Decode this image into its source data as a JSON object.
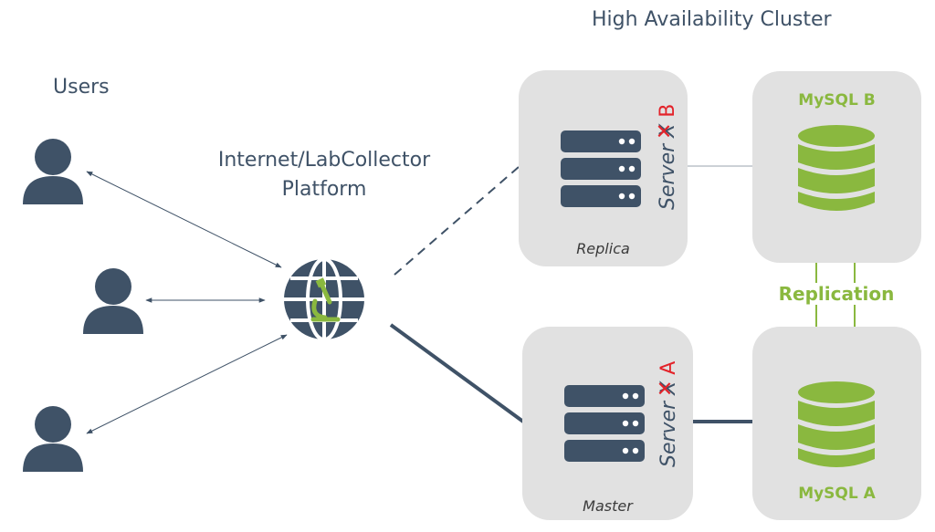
{
  "cluster_title": "High Availability Cluster",
  "users_label": "Users",
  "platform": {
    "line1": "Internet/LabCollector",
    "line2": "Platform"
  },
  "server_b": {
    "prefix": "Server ",
    "struck": "X",
    "letter": "B",
    "role": "Replica"
  },
  "server_a": {
    "prefix": "Server ",
    "struck": "X",
    "letter": "A",
    "role": "Master"
  },
  "mysql_b": "MySQL B",
  "mysql_a": "MySQL A",
  "replication": "Replication",
  "colors": {
    "dark": "#3f5267",
    "green": "#8ab83f",
    "box": "#e1e1e1",
    "red": "#e3232a"
  },
  "icons": [
    "user-icon",
    "globe-icon",
    "microscope-icon",
    "server-rack-icon",
    "database-icon"
  ]
}
